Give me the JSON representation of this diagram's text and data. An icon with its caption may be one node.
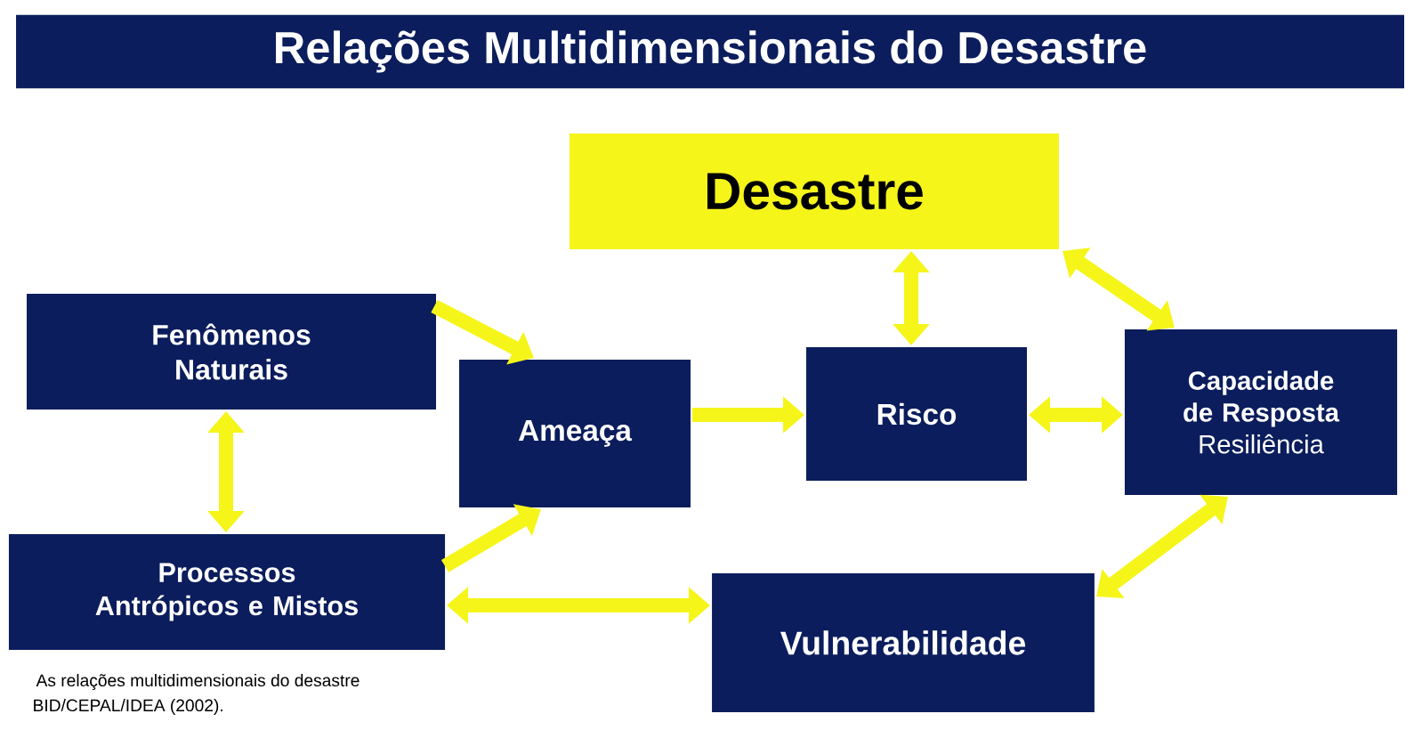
{
  "diagram": {
    "title": "Relações Multidimensionais do Desastre",
    "nodes": [
      {
        "text": [
          "Desastre"
        ]
      },
      {
        "text": [
          "Fenômenos Naturais"
        ]
      },
      {
        "text": [
          "Ameaça"
        ]
      },
      {
        "text": [
          "Risco"
        ]
      },
      {
        "text": [
          "Capacidade de Resposta",
          "Resiliência"
        ]
      },
      {
        "text": [
          "Processos Antrópicos e Mistos"
        ]
      },
      {
        "text": [
          "Vulnerabilidade"
        ]
      }
    ],
    "edges": [
      {
        "from": 1,
        "to": 2,
        "arrow": "to"
      },
      {
        "from": 5,
        "to": 2,
        "arrow": "to"
      },
      {
        "from": 1,
        "to": 5,
        "arrow": "both"
      },
      {
        "from": 2,
        "to": 3,
        "arrow": "to"
      },
      {
        "from": 3,
        "to": 0,
        "arrow": "both"
      },
      {
        "from": 3,
        "to": 4,
        "arrow": "both"
      },
      {
        "from": 0,
        "to": 4,
        "arrow": "both"
      },
      {
        "from": 4,
        "to": 6,
        "arrow": "both"
      },
      {
        "from": 5,
        "to": 6,
        "arrow": "both"
      }
    ],
    "labels": [
      "As relações multidimensionais do desastre",
      "BID/CEPAL/IDEA (2002)."
    ]
  }
}
